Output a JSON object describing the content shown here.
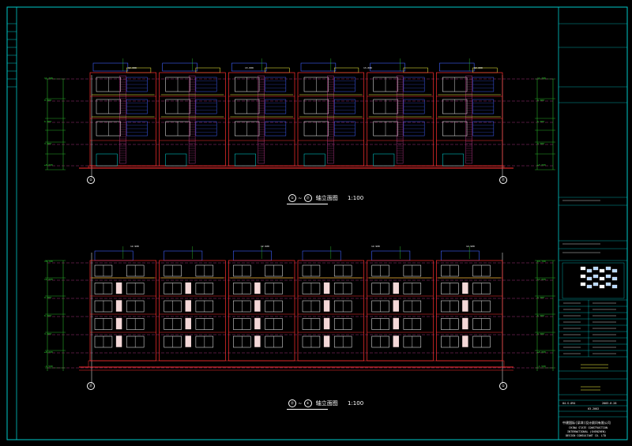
{
  "elevations": [
    {
      "title_start": "①",
      "title_end": "㊲",
      "title_text": "轴立面图",
      "scale": "1:100",
      "axis_start": "①",
      "axis_end": "㊲",
      "left_levels": [
        "11.700",
        "9.000",
        "6.000",
        "3.000",
        "±0.000"
      ],
      "right_levels": [
        "11.700",
        "9.000",
        "6.000",
        "3.000",
        "±0.000"
      ],
      "top_levels": [
        "12.000",
        "13.000",
        "13.000",
        "12.000"
      ]
    },
    {
      "title_start": "㊲",
      "title_end": "①",
      "title_text": "轴立面图",
      "scale": "1:100",
      "axis_start": "㊲",
      "axis_end": "①",
      "left_levels": [
        "15.700",
        "12.000",
        "9.000",
        "6.000",
        "3.000",
        "±0.000",
        "-1.500"
      ],
      "right_levels": [
        "15.700",
        "12.000",
        "9.000",
        "6.000",
        "3.000",
        "±0.000",
        "-1.500"
      ],
      "top_levels": [
        "12.900",
        "12.900",
        "12.900",
        "12.900"
      ]
    }
  ],
  "title_block": {
    "company_cn": "中建国际(深圳)设计顾问有限公司",
    "company_en_1": "CHINA STATE CONSTRUCTION",
    "company_en_2": "INTERNATIONAL (SHENZHEN)",
    "company_en_3": "DESIGN CONSULTANT CO. LTD",
    "date_row": "04-S-094",
    "sheet_no": "03-2002",
    "year": "2003.8.28"
  },
  "colors": {
    "border": "#00c8c8",
    "wall": "#ff3030",
    "window": "#4060ff",
    "detail": "#ffff40",
    "dim": "#30d030",
    "grid": "#c83c96",
    "white": "#ffffff",
    "cyan": "#00e0e0"
  }
}
